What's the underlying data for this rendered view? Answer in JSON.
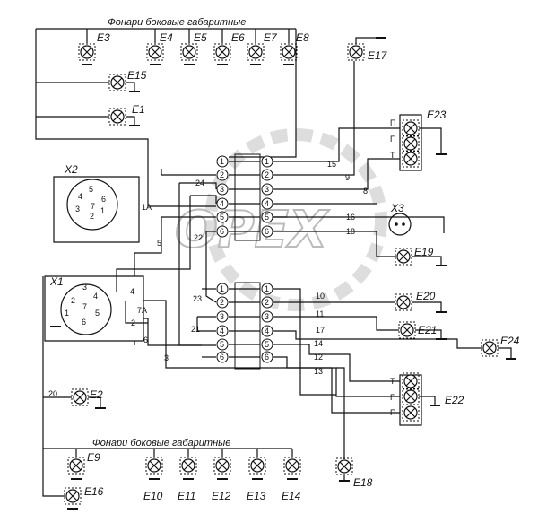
{
  "headings": {
    "top": "Фонари боковые габаритные",
    "bottom": "Фонари боковые габаритные"
  },
  "watermark": "OPEX",
  "lamps": {
    "E1": "E1",
    "E2": "E2",
    "E3": "E3",
    "E4": "E4",
    "E5": "E5",
    "E6": "E6",
    "E7": "E7",
    "E8": "E8",
    "E9": "E9",
    "E10": "E10",
    "E11": "E11",
    "E12": "E12",
    "E13": "E13",
    "E14": "E14",
    "E15": "E15",
    "E16": "E16",
    "E17": "E17",
    "E18": "E18",
    "E19": "E19",
    "E20": "E20",
    "E21": "E21",
    "E22": "E22",
    "E23": "E23",
    "E24": "E24"
  },
  "connectors": {
    "X1": "X1",
    "X2": "X2",
    "X3": "X3"
  },
  "block_pins": {
    "p1": "1",
    "p2": "2",
    "p3": "3",
    "p4": "4",
    "p5": "5",
    "p6": "6"
  },
  "x1_pins": {
    "p1": "1",
    "p2": "2",
    "p3": "3",
    "p4": "4",
    "p5": "5",
    "p6": "6",
    "p7": "7"
  },
  "x2_pins": {
    "p1": "1",
    "p2": "2",
    "p3": "3",
    "p4": "4",
    "p5": "5",
    "p6": "6",
    "p7": "7"
  },
  "socket_labels": {
    "p": "П",
    "g": "Г",
    "t": "Т"
  },
  "wires": {
    "w1a": "1А",
    "w2": "2",
    "w3": "3",
    "w4": "4",
    "w5": "5",
    "w6": "6",
    "w7a": "7А",
    "w8": "8",
    "w9": "9",
    "w10": "10",
    "w11": "11",
    "w12": "12",
    "w13": "13",
    "w14": "14",
    "w15": "15",
    "w16": "16",
    "w17": "17",
    "w18": "18",
    "w20": "20",
    "w21": "21",
    "w22": "22",
    "w23": "23",
    "w24": "24"
  }
}
